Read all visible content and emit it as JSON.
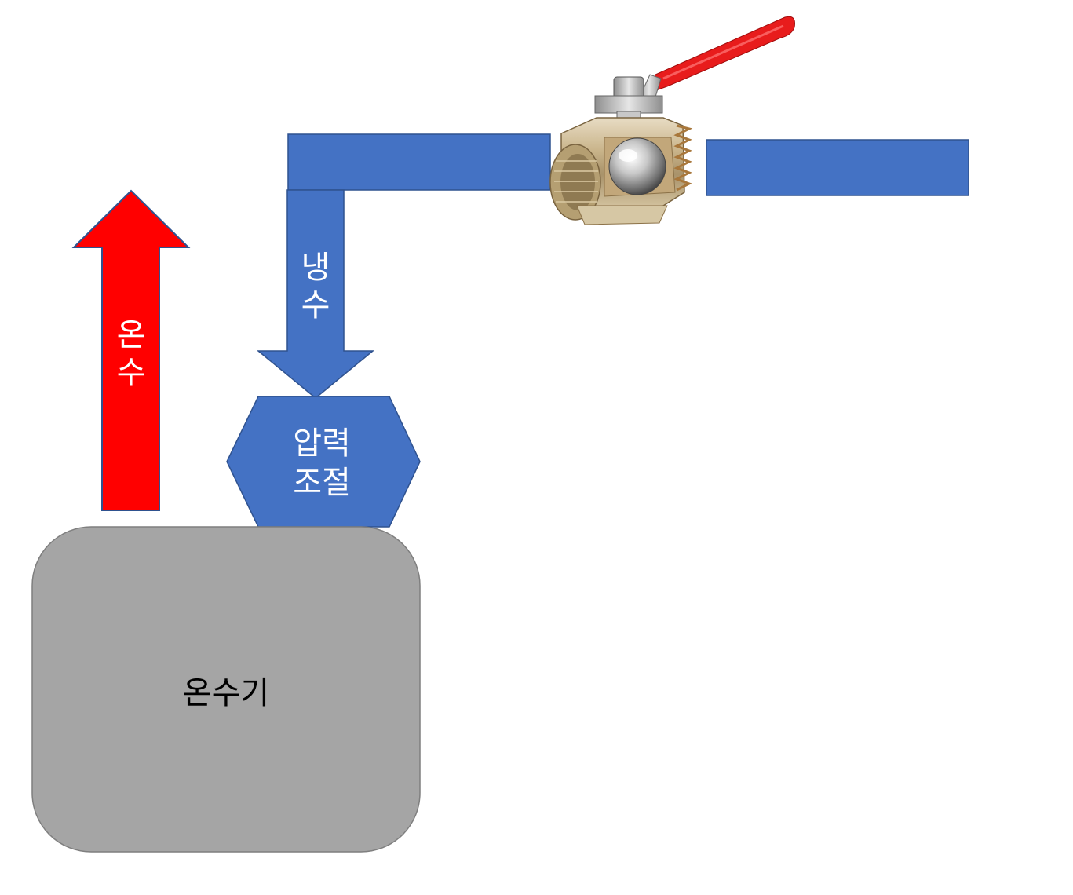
{
  "diagram": {
    "hot_water_arrow": {
      "label_line1": "온",
      "label_line2": "수",
      "color": "#ff0000"
    },
    "cold_water_pipe": {
      "label_line1": "냉",
      "label_line2": "수",
      "color": "#4472c4"
    },
    "pressure_regulator": {
      "label_line1": "압력",
      "label_line2": "조절",
      "color": "#4472c4"
    },
    "water_heater": {
      "label": "온수기",
      "color": "#a5a5a5"
    },
    "ball_valve": {
      "icon": "ball-valve-icon",
      "handle_color": "#ff1a1a"
    },
    "outlet_pipe": {
      "color": "#4472c4"
    }
  }
}
